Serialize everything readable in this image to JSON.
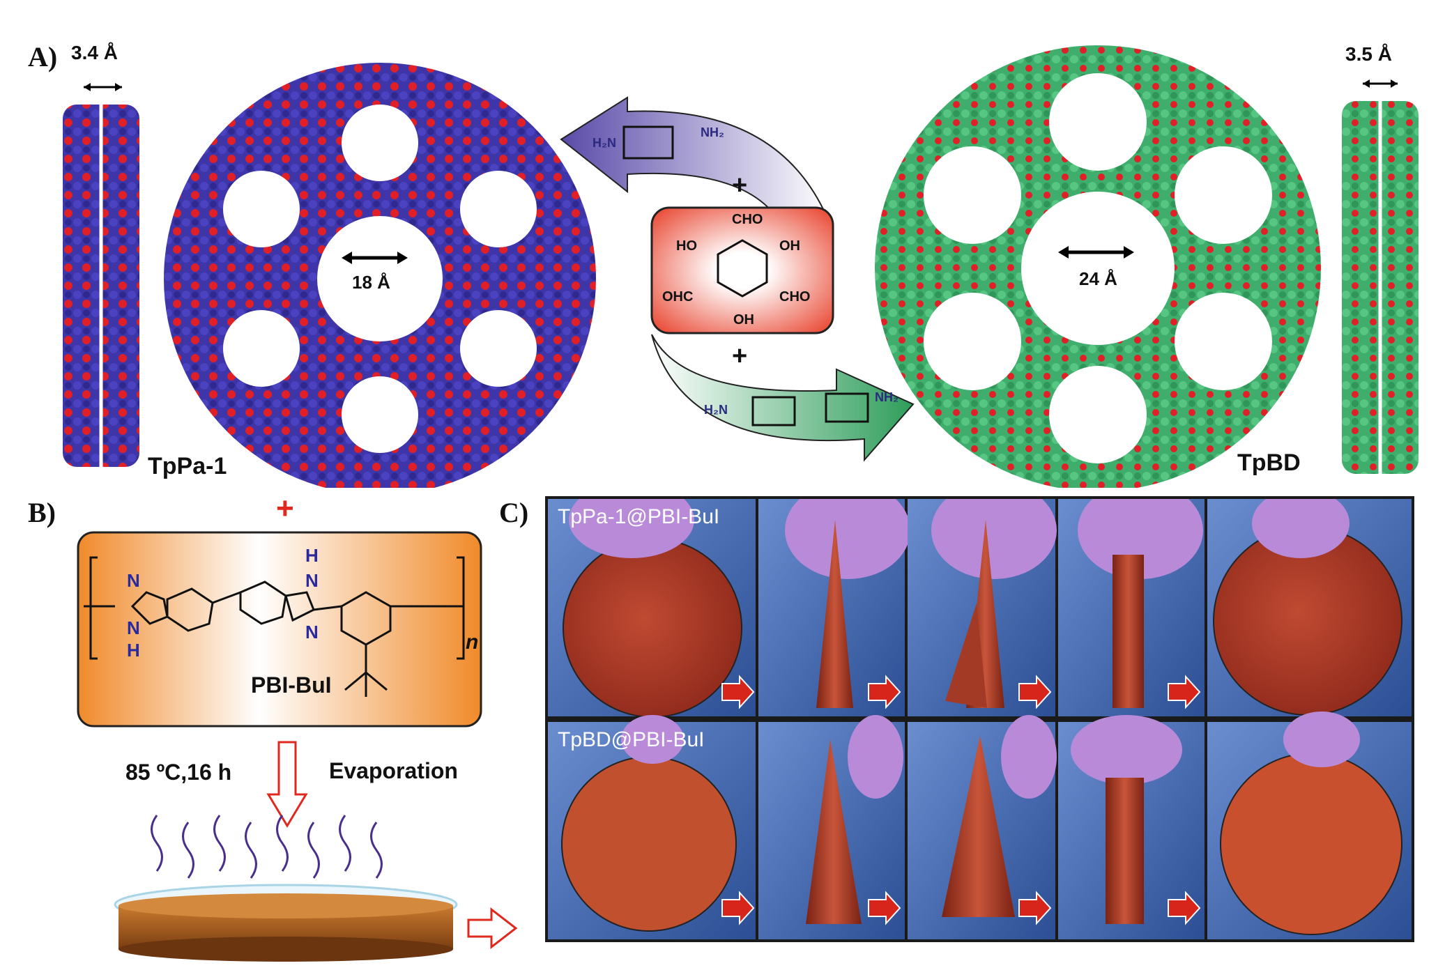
{
  "panels": {
    "a": "A)",
    "b": "B)",
    "c": "C)"
  },
  "panel_a": {
    "left_spacing": "3.4 Å",
    "left_pore": "18 Å",
    "left_name": "TpPa-1",
    "right_spacing": "3.5 Å",
    "right_pore": "24 Å",
    "right_name": "TpBD",
    "plus_top": "+",
    "plus_bottom": "+",
    "amine_top": {
      "left": "H₂N",
      "right": "NH₂"
    },
    "amine_bottom": {
      "left": "H₂N",
      "right": "NH₂"
    },
    "aldehyde": {
      "cho_top": "CHO",
      "oh_left": "HO",
      "oh_right": "OH",
      "ohc_left": "OHC",
      "cho_right": "CHO",
      "oh_bottom": "OH"
    },
    "colors": {
      "tppa_blue": "#3d35a8",
      "oxygen_red": "#e01f26",
      "tpbd_green": "#3fae6c"
    }
  },
  "panel_b": {
    "plus": "+",
    "polymer_name": "PBI-BuI",
    "subscript_n": "n",
    "atoms": {
      "n1": "N",
      "h1": "H",
      "n2": "N",
      "h2": "H",
      "n3": "N",
      "n4": "N"
    },
    "condition": "85 ºC,16 h",
    "process": "Evaporation",
    "colors": {
      "box_orange": "#f39a3c",
      "arrow_red": "#e0281e",
      "vapor_purple": "#4a2e8c"
    }
  },
  "panel_c": {
    "row1_label": "TpPa-1@PBI-BuI",
    "row2_label": "TpBD@PBI-BuI",
    "colors": {
      "membrane": "#a8392a",
      "glove": "#b88ad8",
      "background": "#4a72b8",
      "arrow": "#d8251c"
    }
  }
}
